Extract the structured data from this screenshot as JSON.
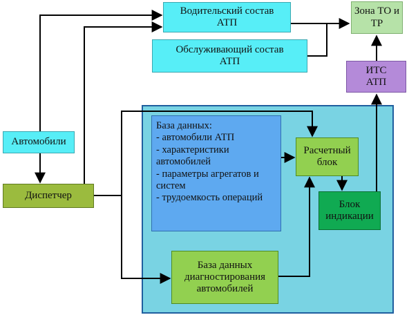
{
  "nodes": {
    "driver_staff": "Водительский состав\nАТП",
    "service_staff": "Обслуживающий состав\nАТП",
    "zone": "Зона ТО и\nТР",
    "its": "ИТС\nАТП",
    "vehicles": "Автомобили",
    "dispatcher": "Диспетчер",
    "database": {
      "title": "База данных:",
      "items": [
        "- автомобили АТП",
        "- характеристики автомобилей",
        "- параметры агрегатов и систем",
        "- трудоемкость операций"
      ]
    },
    "calc_block": "Расчетный\nблок",
    "indication_block": "Блок\nиндикации",
    "diag_db": "База данных\nдиагностирования\nавтомобилей"
  },
  "colors": {
    "cyan": "#57eef7",
    "green_light": "#b6e2a8",
    "purple": "#b48ad9",
    "olive": "#9bbb3e",
    "blue_panel": "#79d3e3",
    "blue_db": "#5ea9f0",
    "green_block": "#92d050",
    "green_dark": "#10aa52",
    "line": "#000000"
  }
}
